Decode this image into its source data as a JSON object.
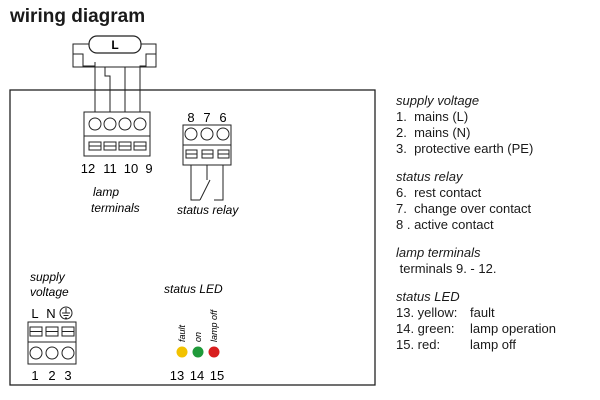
{
  "title": "wiring diagram",
  "diagram": {
    "lamp_label": "L",
    "lamp_terminal_numbers": [
      "12",
      "11",
      "10",
      "9"
    ],
    "lamp_terminals_caption": [
      "lamp",
      "terminals"
    ],
    "relay_numbers": [
      "8",
      "7",
      "6"
    ],
    "relay_caption": "status relay",
    "supply_caption": [
      "supply",
      "voltage"
    ],
    "supply_symbols": [
      "L",
      "N"
    ],
    "supply_numbers": [
      "1",
      "2",
      "3"
    ],
    "led_caption": "status LED",
    "led_labels": [
      "fault",
      "on",
      "lamp off"
    ],
    "led_numbers": [
      "13",
      "14",
      "15"
    ],
    "led_colors": [
      "#f2c200",
      "#1f9a3a",
      "#d81e1e"
    ]
  },
  "legend": {
    "supply": {
      "heading": "supply voltage",
      "items": [
        "1.  mains (L)",
        "2.  mains (N)",
        "3.  protective earth (PE)"
      ]
    },
    "relay": {
      "heading": "status relay",
      "items": [
        "6.  rest contact",
        "7.  change over contact",
        "8 . active contact"
      ]
    },
    "lamp": {
      "heading": "lamp terminals",
      "items": [
        " terminals 9. - 12."
      ]
    },
    "led": {
      "heading": "status LED",
      "items": [
        {
          "key": "13. yellow:",
          "value": "fault"
        },
        {
          "key": "14. green:",
          "value": "lamp operation"
        },
        {
          "key": "15. red:",
          "value": "lamp off"
        }
      ]
    }
  }
}
